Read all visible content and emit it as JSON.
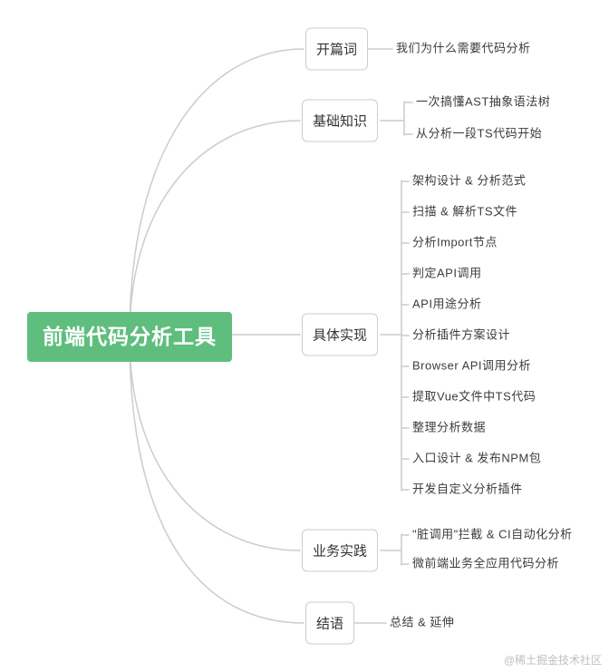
{
  "root": {
    "label": "前端代码分析工具"
  },
  "branches": [
    {
      "label": "开篇词",
      "leaves": [
        "我们为什么需要代码分析"
      ]
    },
    {
      "label": "基础知识",
      "leaves": [
        "一次搞懂AST抽象语法树",
        "从分析一段TS代码开始"
      ]
    },
    {
      "label": "具体实现",
      "leaves": [
        "架构设计 & 分析范式",
        "扫描 & 解析TS文件",
        "分析Import节点",
        "判定API调用",
        "API用途分析",
        "分析插件方案设计",
        "Browser API调用分析",
        "提取Vue文件中TS代码",
        "整理分析数据",
        "入口设计 & 发布NPM包",
        "开发自定义分析插件"
      ]
    },
    {
      "label": "业务实践",
      "leaves": [
        "\"脏调用\"拦截 & CI自动化分析",
        "微前端业务全应用代码分析"
      ]
    },
    {
      "label": "结语",
      "leaves": [
        "总结 & 延伸"
      ]
    }
  ],
  "watermark": "@稀土掘金技术社区",
  "colors": {
    "root_bg": "#5FBE7E",
    "root_text": "#ffffff",
    "box_border": "#cccccc",
    "line": "#cccccc",
    "watermark": "#bfbfbf"
  }
}
